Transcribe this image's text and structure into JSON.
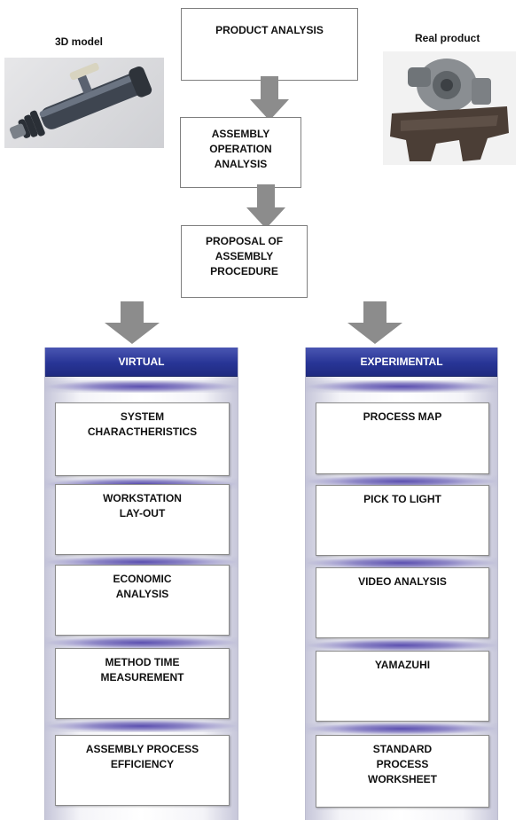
{
  "top_images": {
    "left_caption": "3D model",
    "right_caption": "Real product"
  },
  "flow": {
    "product_analysis": "PRODUCT ANALYSIS",
    "assembly_operation_analysis": "ASSEMBLY\nOPERATION\nANALYSIS",
    "proposal": "PROPOSAL OF\nASSEMBLY\nPROCEDURE"
  },
  "virtual": {
    "header": "VIRTUAL",
    "items": [
      "SYSTEM\nCHARACTHERISTICS",
      "WORKSTATION\nLAY-OUT",
      "ECONOMIC\nANALYSIS",
      "METHOD TIME\nMEASUREMENT",
      "ASSEMBLY PROCESS\nEFFICIENCY"
    ]
  },
  "experimental": {
    "header": "EXPERIMENTAL",
    "items": [
      "PROCESS MAP",
      "PICK TO LIGHT",
      "VIDEO ANALYSIS",
      "YAMAZUHI",
      "STANDARD\nPROCESS\nWORKSHEET"
    ]
  },
  "colors": {
    "header_blue": "#283596",
    "arrow_gray": "#8c8c8c"
  }
}
